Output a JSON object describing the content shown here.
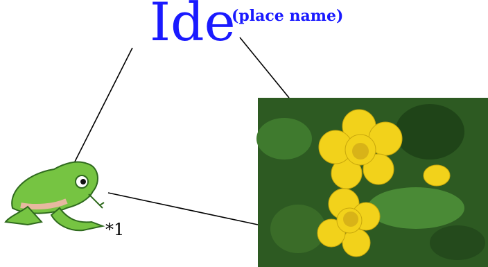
{
  "title": "Ide",
  "title_note": "(place name)",
  "footnote_marker": "*1",
  "colors": {
    "title": "#1a1aff",
    "frog_green": "#76c442",
    "frog_dark": "#2f6a1e",
    "flower_yellow": "#f2d21b",
    "foliage": "#2d5a22"
  }
}
